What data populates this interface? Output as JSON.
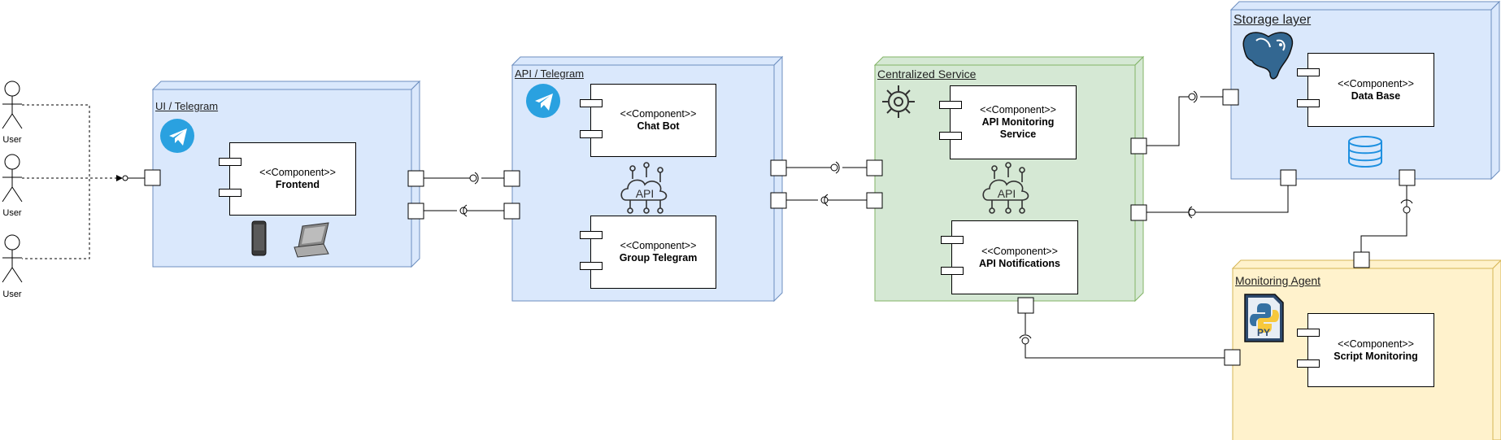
{
  "actors": [
    {
      "label": "User"
    },
    {
      "label": "User"
    },
    {
      "label": "User"
    }
  ],
  "nodes": {
    "ui_telegram": {
      "label": "UI / Telegram",
      "fill": "#dae8fc",
      "stroke": "#6c8ebf"
    },
    "api_telegram": {
      "label": "API / Telegram",
      "fill": "#dae8fc",
      "stroke": "#6c8ebf"
    },
    "centralized": {
      "label": "Centralized Service",
      "fill": "#d5e8d4",
      "stroke": "#82b366"
    },
    "storage": {
      "label": "Storage layer",
      "fill": "#dae8fc",
      "stroke": "#6c8ebf"
    },
    "monitoring": {
      "label": "Monitoring Agent",
      "fill": "#fff2cc",
      "stroke": "#d6b656"
    }
  },
  "components": {
    "frontend": {
      "stereotype": "<<Component>>",
      "name": "Frontend"
    },
    "chat_bot": {
      "stereotype": "<<Component>>",
      "name": "Chat Bot"
    },
    "group_telegram": {
      "stereotype": "<<Component>>",
      "name": "Group Telegram"
    },
    "api_monitoring": {
      "stereotype": "<<Component>>",
      "name": "API Monitoring Service"
    },
    "api_notifications": {
      "stereotype": "<<Component>>",
      "name": "API Notifications"
    },
    "data_base": {
      "stereotype": "<<Component>>",
      "name": "Data Base"
    },
    "script_monitoring": {
      "stereotype": "<<Component>>",
      "name": "Script Monitoring"
    }
  },
  "icons": {
    "telegram": "telegram-icon",
    "api": "api-cloud-icon",
    "gear": "gear-icon",
    "postgres": "postgresql-icon",
    "database": "database-icon",
    "python": "python-file-icon",
    "python_text": "PY",
    "api_text": "API",
    "phone": "smartphone-icon",
    "laptop": "laptop-icon"
  },
  "colors": {
    "telegram_blue": "#2aa1e0",
    "database_blue": "#1e90e0",
    "python_dark": "#2d4a6e"
  }
}
